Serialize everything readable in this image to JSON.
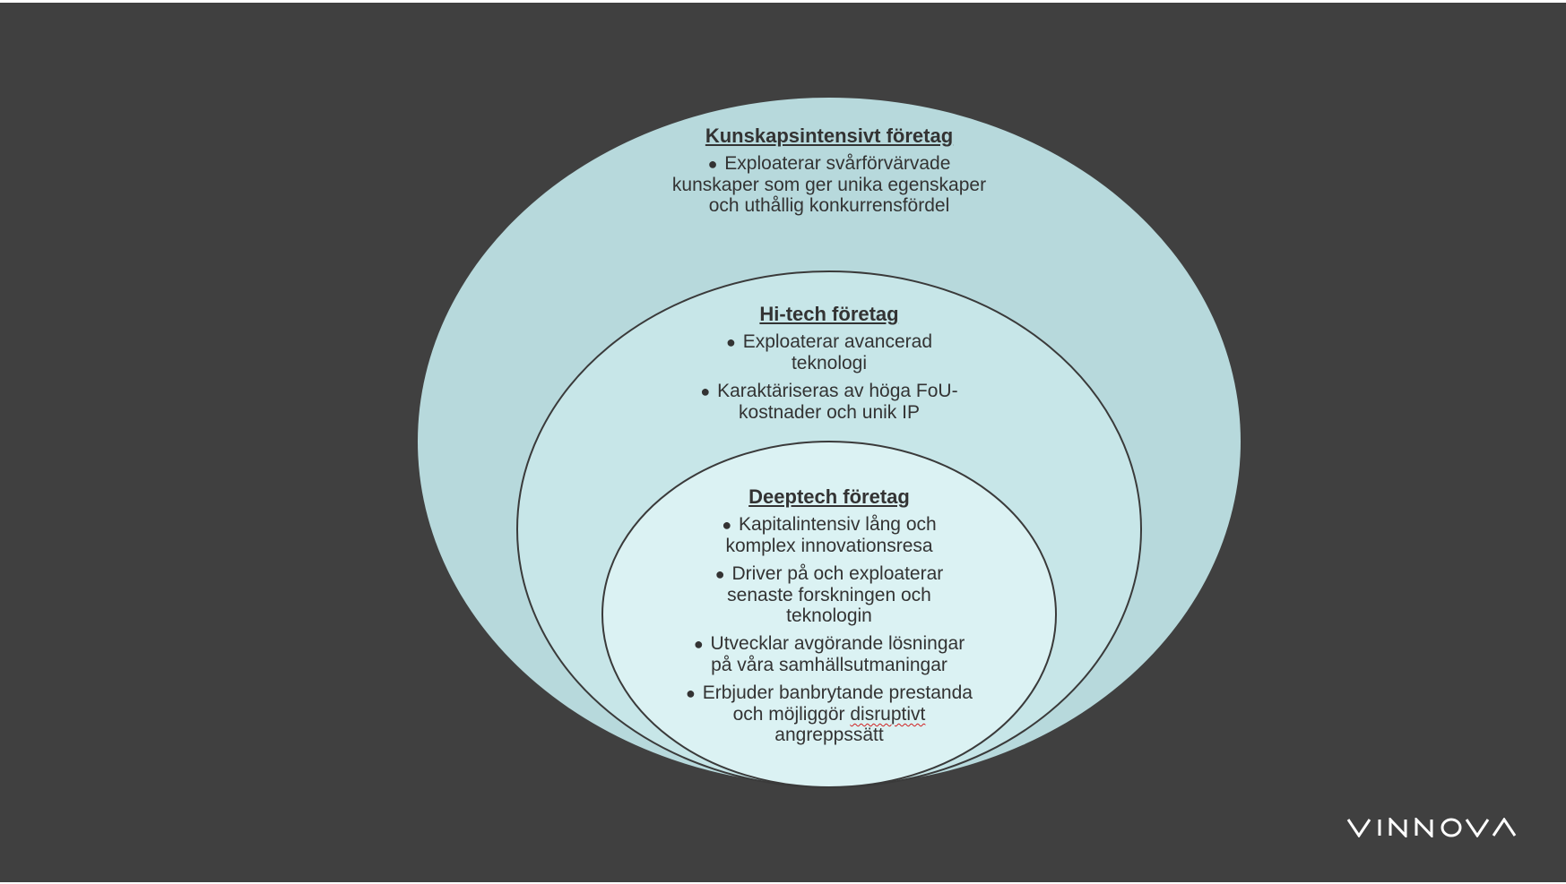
{
  "colors": {
    "background": "#404040",
    "outer_fill": "#b7d9dc",
    "middle_fill": "#c7e6e8",
    "inner_fill": "#dbf2f3",
    "outline": "#3a3a3a",
    "text": "#333333",
    "logo": "#ffffff"
  },
  "outer": {
    "heading": "Kunskapsintensivt företag",
    "bullets": [
      "Exploaterar svårförvärvade kunskaper som ger unika egenskaper och uthållig konkurrensfördel"
    ]
  },
  "middle": {
    "heading": "Hi-tech företag",
    "bullets": [
      "Exploaterar avancerad teknologi",
      "Karaktäriseras av höga FoU-kostnader och unik IP"
    ]
  },
  "inner": {
    "heading": "Deeptech företag",
    "bullets": [
      "Kapitalintensiv lång och komplex innovationsresa",
      "Driver på och exploaterar senaste forskningen och teknologin",
      "Utvecklar avgörande lösningar på våra samhällsutmaningar",
      "Erbjuder banbrytande prestanda och möjliggör disruptivt angreppssätt"
    ]
  },
  "logo": {
    "text": "VINNOVA"
  },
  "icons": {
    "bullet": "black-circle-bullet"
  }
}
